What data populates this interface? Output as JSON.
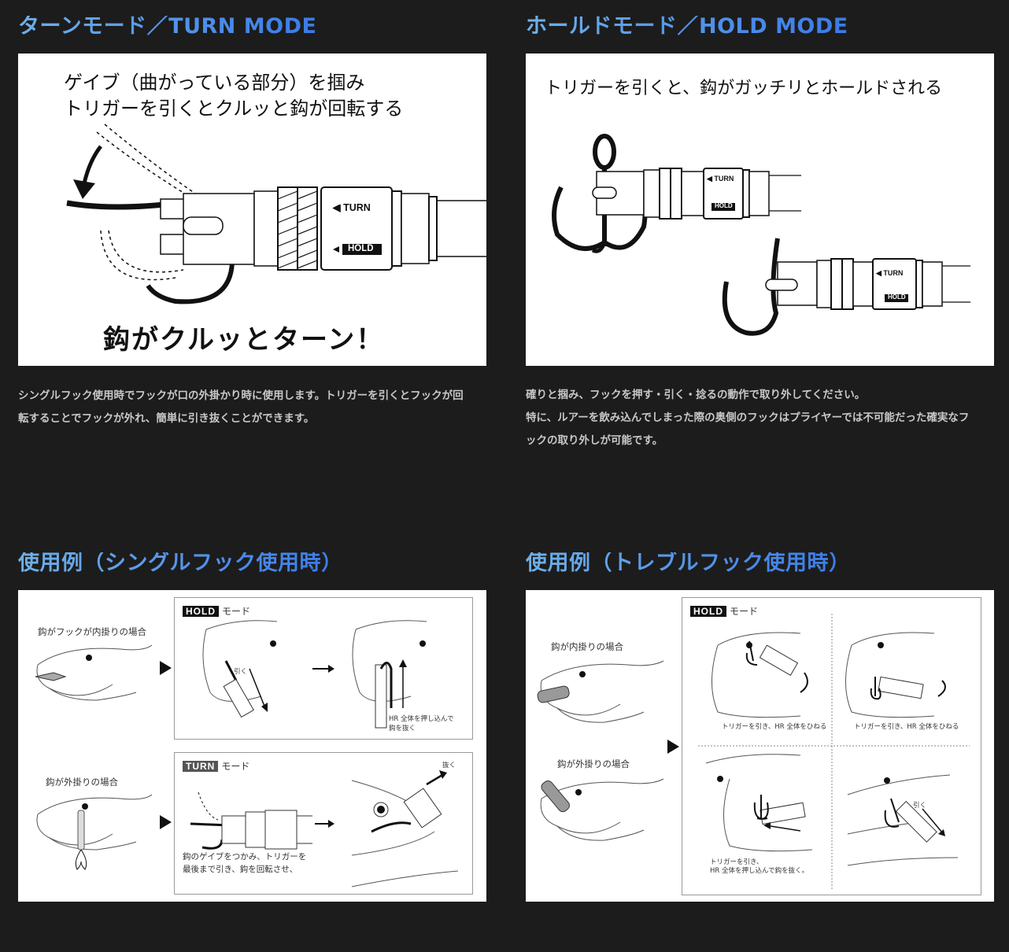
{
  "sections": {
    "turn_mode": {
      "title": "ターンモード／TURN MODE",
      "panel": {
        "caption_line1": "ゲイブ（曲がっている部分）を掴み",
        "caption_line2": "トリガーを引くとクルッと鈎が回転する",
        "tool_label_turn": "◀ TURN",
        "tool_label_hold": "HOLD",
        "headline": "鈎がクルッとターン！"
      },
      "description": [
        "シングルフック使用時でフックが口の外掛かり時に使用します。トリガーを引くとフックが回",
        "転することでフックが外れ、簡単に引き抜くことができます。"
      ]
    },
    "hold_mode": {
      "title": "ホールドモード／HOLD MODE",
      "panel": {
        "caption": "トリガーを引くと、鈎がガッチリとホールドされる",
        "tool_label_turn": "◀ TURN",
        "tool_label_hold": "HOLD"
      },
      "description": [
        "確りと掴み、フックを押す・引く・捻るの動作で取り外してください。",
        "特に、ルアーを飲み込んでしまった際の奥側のフックはプライヤーでは不可能だった確実なフ",
        "ックの取り外しが可能です。"
      ]
    },
    "single_hook": {
      "title": "使用例（シングルフック使用時）",
      "case_inner": "鈎がフックが内掛りの場合",
      "case_outer": "鈎が外掛りの場合",
      "hold_tag": "HOLD",
      "turn_tag": "TURN",
      "mode_word": "モード",
      "pull_label": "引く",
      "push_note_line1": "HR 全体を押し込んで",
      "push_note_line2": "鈎を抜く",
      "turn_note_line1": "鈎のゲイブをつかみ、トリガーを",
      "turn_note_line2": "最後まで引き、鈎を回転させ、",
      "pull_out_label": "抜く"
    },
    "treble_hook": {
      "title": "使用例（トレブルフック使用時）",
      "case_inner": "鈎が内掛りの場合",
      "case_outer": "鈎が外掛りの場合",
      "hold_tag": "HOLD",
      "mode_word": "モード",
      "step1_note": "トリガーを引き、HR 全体をひねる",
      "step2_note": "トリガーを引き、HR 全体をひねる",
      "step3_note_line1": "トリガーを引き、",
      "step3_note_line2": "HR 全体を押し込んで鈎を抜く。",
      "step4_pull_label": "引く"
    }
  },
  "colors": {
    "background": "#1c1c1c",
    "title_gradient_start": "#6fb0e8",
    "title_gradient_end": "#3a7ae8",
    "panel": "#ffffff",
    "body_text": "#c8c8c8"
  }
}
